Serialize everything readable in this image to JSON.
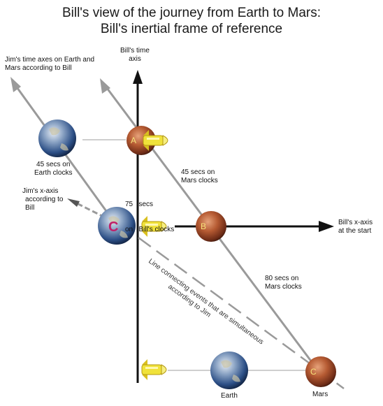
{
  "title_line1": "Bill's view of the journey from Earth to Mars:",
  "title_line2": "Bill's inertial frame of reference",
  "labels": {
    "jim_time_axes_1": "Jim's time axes on Earth and",
    "jim_time_axes_2": "Mars according to Bill",
    "bill_time_1": "Bill's time",
    "bill_time_2": "axis",
    "earth_45_1": "45 secs on",
    "earth_45_2": "Earth clocks",
    "jim_x_1": "Jim's x-axis",
    "jim_x_2": "according to",
    "jim_x_3": "Bill",
    "mars_45_1": "45 secs on",
    "mars_45_2": "Mars clocks",
    "bill_75_1": "75   secs",
    "bill_75_2": "on   Bill's clocks",
    "bill_x_1": "Bill's x-axis",
    "bill_x_2": "at the start",
    "mars_80_1": "80 secs on",
    "mars_80_2": "Mars clocks",
    "sim_1": "Line connecting events that are simultaneous",
    "sim_2": "according to Jim",
    "earth": "Earth",
    "mars": "Mars",
    "event_a": "A",
    "event_b": "B",
    "event_c_earth": "C",
    "event_c_mars": "C"
  },
  "colors": {
    "earth_ocean": "#2c4f86",
    "mars": "#b55a32",
    "rocket_body": "#f0e23a",
    "axis": "#111111",
    "grey_line": "#9a9a9a"
  }
}
